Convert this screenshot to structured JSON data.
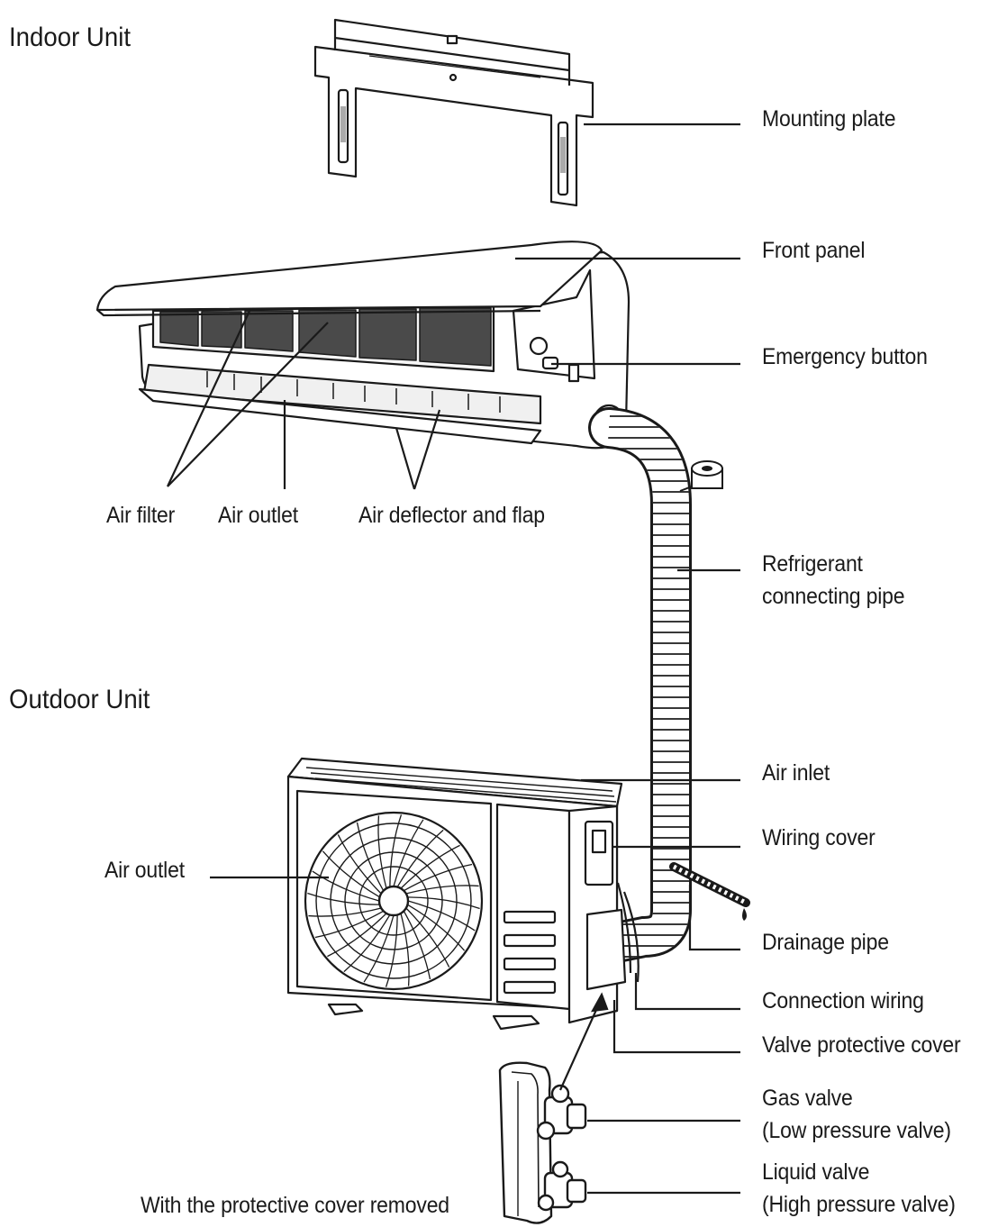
{
  "sections": {
    "indoor": "Indoor Unit",
    "outdoor": "Outdoor Unit"
  },
  "labels": {
    "mounting_plate": "Mounting plate",
    "front_panel": "Front panel",
    "emergency_button": "Emergency button",
    "air_filter": "Air filter",
    "air_outlet_indoor": "Air outlet",
    "air_deflector": "Air deflector and flap",
    "refrigerant_pipe_line1": "Refrigerant",
    "refrigerant_pipe_line2": "connecting pipe",
    "air_inlet": "Air inlet",
    "wiring_cover": "Wiring cover",
    "air_outlet_outdoor": "Air outlet",
    "drainage_pipe": "Drainage pipe",
    "connection_wiring": "Connection wiring",
    "valve_protective_cover": "Valve protective cover",
    "gas_valve_line1": "Gas valve",
    "gas_valve_line2": "(Low pressure valve)",
    "liquid_valve_line1": "Liquid valve",
    "liquid_valve_line2": "(High pressure valve)",
    "cover_removed": "With the protective cover removed"
  }
}
